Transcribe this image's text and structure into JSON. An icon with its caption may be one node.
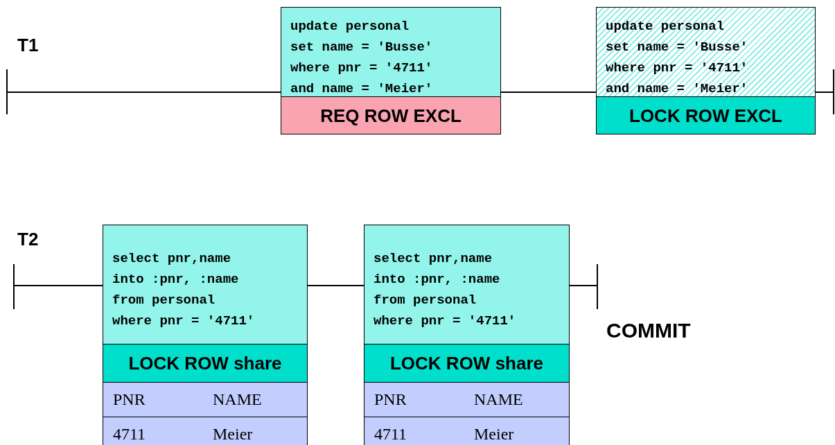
{
  "diagram": {
    "nodes": [
      {
        "text": [],
        "shape": "bar"
      },
      {
        "text": [
          "update personal",
          "set name = 'Busse'",
          "where pnr = '4711'",
          "and name = 'Meier'"
        ]
      },
      {
        "text": [
          "REQ ROW EXCL"
        ],
        "in": 1
      },
      {
        "text": [
          "update personal",
          "set name = 'Busse'",
          "where pnr = '4711'",
          "and name = 'Meier'"
        ]
      },
      {
        "text": [
          "LOCK ROW EXCL"
        ],
        "in": 3
      },
      {
        "text": [],
        "shape": "bar"
      },
      {
        "text": [],
        "shape": "bar"
      },
      {
        "text": [
          "select pnr,name",
          "into :pnr, :name",
          "from personal",
          "where pnr = '4711'"
        ]
      },
      {
        "text": [
          "LOCK ROW share"
        ],
        "in": 7
      },
      {
        "text": [
          "PNR",
          "NAME"
        ],
        "in": 7
      },
      {
        "text": [
          "4711",
          "Meier"
        ],
        "in": 7
      },
      {
        "text": [
          "select pnr,name",
          "into :pnr, :name",
          "from personal",
          "where pnr = '4711'"
        ]
      },
      {
        "text": [
          "LOCK ROW share"
        ],
        "in": 11
      },
      {
        "text": [
          "PNR",
          "NAME"
        ],
        "in": 11
      },
      {
        "text": [
          "4711",
          "Meier"
        ],
        "in": 11
      },
      {
        "text": [],
        "shape": "bar"
      }
    ],
    "edges": [
      {
        "from": 0,
        "to": 1,
        "arrow": "none"
      },
      {
        "from": 1,
        "to": 3,
        "arrow": "none"
      },
      {
        "from": 3,
        "to": 5,
        "arrow": "none"
      },
      {
        "from": 6,
        "to": 7,
        "arrow": "none"
      },
      {
        "from": 7,
        "to": 11,
        "arrow": "none"
      },
      {
        "from": 11,
        "to": 15,
        "arrow": "none"
      }
    ],
    "labels": [
      "T1",
      "T2",
      "COMMIT"
    ]
  }
}
